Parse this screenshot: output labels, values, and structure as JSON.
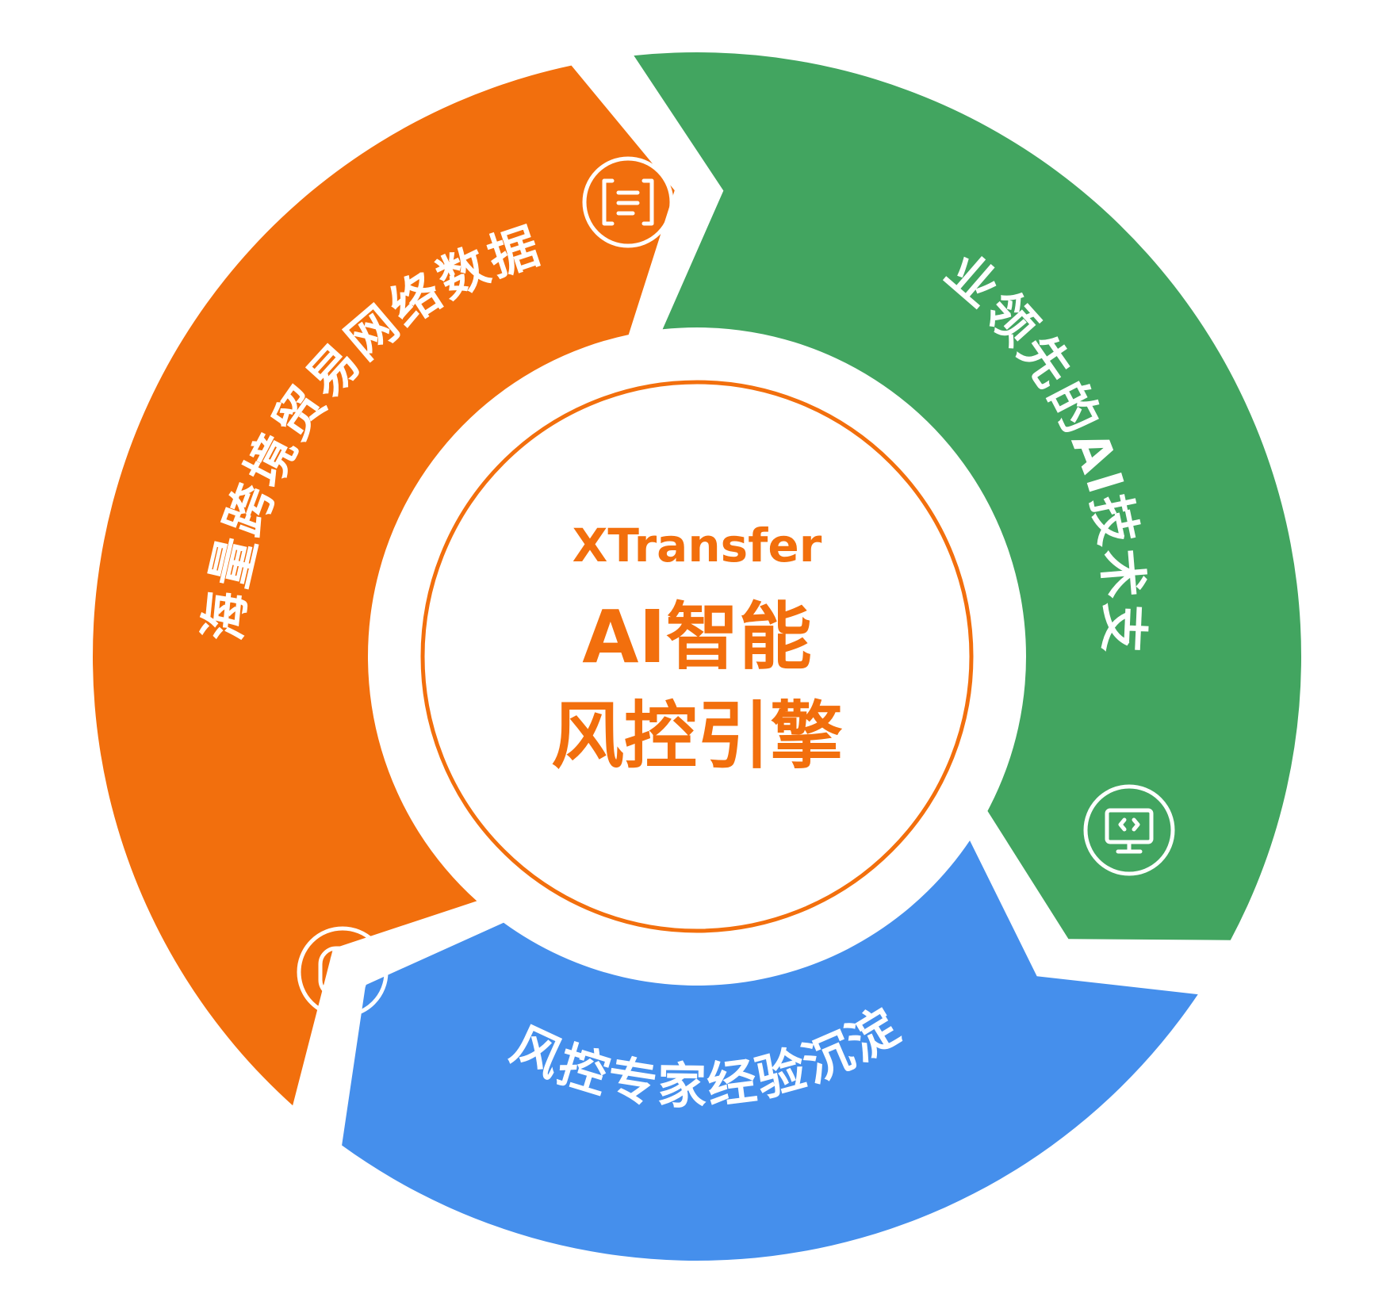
{
  "colors": {
    "orange": "#f26f0d",
    "green": "#42a560",
    "blue": "#458fec",
    "center_ring": "#f26f0d",
    "segment_text": "#ffffff"
  },
  "center": {
    "brand": "XTransfer",
    "title_line1": "AI智能",
    "title_line2": "风控引擎"
  },
  "segments": [
    {
      "label": "海量跨境贸易网络数据",
      "color": "#f26f0d",
      "icon": "document-icon"
    },
    {
      "label": "行业领先的AI技术支持",
      "color": "#42a560",
      "icon": "monitor-code-icon"
    },
    {
      "label": "风控专家经验沉淀",
      "color": "#458fec",
      "icon": "user-icon"
    }
  ]
}
